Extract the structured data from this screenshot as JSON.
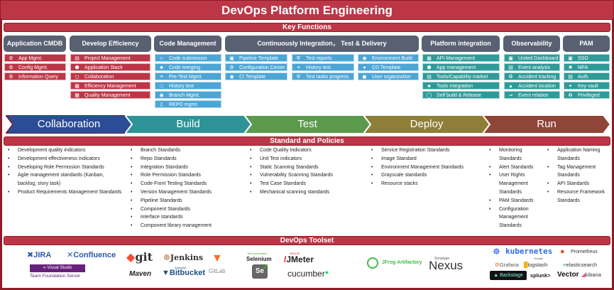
{
  "title": "DevOps Platform Engineering",
  "key_functions": {
    "label": "Key Functions",
    "categories": [
      {
        "name": "Application CMDB",
        "items": [
          {
            "icon": "app-icon",
            "label": "App Mgmt."
          },
          {
            "icon": "app-icon",
            "label": "Config Mgmt."
          },
          {
            "icon": "app-icon",
            "label": "Information Query"
          }
        ]
      },
      {
        "name": "Develop Efficiency",
        "items": [
          {
            "icon": "document-icon",
            "label": "Project Management"
          },
          {
            "icon": "hexagon-icon",
            "label": "Application Stack"
          },
          {
            "icon": "bookmark-icon",
            "label": "Collaboration"
          },
          {
            "icon": "board-icon",
            "label": "Efficiency Management"
          },
          {
            "icon": "board-icon",
            "label": "Quality Management"
          }
        ]
      },
      {
        "name": "Code Management",
        "items": [
          {
            "icon": "user-icon",
            "label": "Code submission"
          },
          {
            "icon": "folder-icon",
            "label": "Code merging"
          },
          {
            "icon": "sliders-icon",
            "label": "Pre-Test Mgmt."
          },
          {
            "icon": "monitor-icon",
            "label": "History test"
          },
          {
            "icon": "globe-icon",
            "label": "Branch Mgmt."
          },
          {
            "icon": "book-icon",
            "label": "REPO mgmt."
          }
        ]
      },
      {
        "name": "Continuously Integration， Test & Delivery",
        "columns": [
          [
            {
              "icon": "template-icon",
              "label": "Pipeline Template"
            },
            {
              "icon": "gear-icon",
              "label": "Configuration Center"
            },
            {
              "icon": "circle-icon",
              "label": "CI Template"
            }
          ],
          [
            {
              "icon": "shield-icon",
              "label": "Test reports"
            },
            {
              "icon": "list-icon",
              "label": "History test"
            },
            {
              "icon": "shield-icon",
              "label": "Test tasks progress"
            }
          ],
          [
            {
              "icon": "location-icon",
              "label": "Environment Build"
            },
            {
              "icon": "circle-icon",
              "label": "CD Template"
            },
            {
              "icon": "org-icon",
              "label": "User organization"
            }
          ]
        ]
      },
      {
        "name": "Platform integration",
        "items": [
          {
            "icon": "api-icon",
            "label": "API Management"
          },
          {
            "icon": "hexagon-icon",
            "label": "App management"
          },
          {
            "icon": "store-icon",
            "label": "Tools/Capability market"
          },
          {
            "icon": "puzzle-icon",
            "label": "Tools integration"
          },
          {
            "icon": "cycle-icon",
            "label": "Self build & Release"
          }
        ]
      },
      {
        "name": "Observability",
        "items": [
          {
            "icon": "dashboard-icon",
            "label": "United Dashboard"
          },
          {
            "icon": "chart-icon",
            "label": "Event analysis"
          },
          {
            "icon": "recycle-icon",
            "label": "Accident tracking"
          },
          {
            "icon": "pin-icon",
            "label": "Accident location"
          },
          {
            "icon": "link-icon",
            "label": "Event relation"
          }
        ]
      },
      {
        "name": "PAM",
        "items": [
          {
            "icon": "id-icon",
            "label": "SSO"
          },
          {
            "icon": "mfa-icon",
            "label": "MFA"
          },
          {
            "icon": "auth-icon",
            "label": "Auth."
          },
          {
            "icon": "key-icon",
            "label": "Key vault"
          },
          {
            "icon": "privileged-icon",
            "label": "Privileged"
          }
        ]
      }
    ]
  },
  "stages": [
    {
      "label": "Collaboration",
      "color": "#2b4d96"
    },
    {
      "label": "Build",
      "color": "#2e9396"
    },
    {
      "label": "Test",
      "color": "#5b9a4c"
    },
    {
      "label": "Deploy",
      "color": "#8e7e37"
    },
    {
      "label": "Run",
      "color": "#8f4538"
    }
  ],
  "standards": {
    "label": "Standard and Policies",
    "columns": [
      [
        "Development quality indicators",
        "Development effectiveness indicators",
        "Developing Role Permission Standards",
        "Agile management standards (Kanban, backlog, story task)",
        "Product Requirements Management Standards"
      ],
      [
        "Branch Standards",
        "Repo Standards",
        "Integration Standards",
        "Role Permission Standards",
        "Code-Front Testing Standards",
        "Version Management Standards",
        "Pipeline Standards",
        "Component Standards",
        "interface standards",
        "Component library management"
      ],
      [
        "Code Quality Indicators",
        "Unit Test indicators",
        "Static Scanning Standards",
        "Vulnerability Scanning Standards",
        "Test Case Standards",
        "Mechanical scanning standards"
      ],
      [
        "Service Registration Standards",
        "Image Standard",
        "Environment Management Standards",
        "Grayscale standards",
        "Resource stacks"
      ],
      [
        "Monitoring Standards",
        "Alert Standards",
        "User Rights Management Standards",
        "PAM Standards",
        "Configuration Management Standards"
      ],
      [
        "Application Naming Standards",
        "Tag Management Standards",
        "API Standards",
        "Resource Framework Standards"
      ]
    ]
  },
  "toolset": {
    "label": "DevOps Toolset",
    "tools": {
      "jira": "JIRA",
      "confluence": "Confluence",
      "visual_studio": "Visual Studio",
      "tfs": "Team Foundation Server",
      "git": "git",
      "jenkins": "Jenkins",
      "maven": "Maven",
      "atlassian": "Atlassian",
      "bitbucket": "Bitbucket",
      "gitlab": "GitLab",
      "test_automation": "Test Automation",
      "selenium": "Selenium",
      "se": "Se",
      "apache": "APACHE",
      "jmeter": "JMeter",
      "cucumber": "cucumber",
      "jfrog": "JFrog Artifactory",
      "sonatype": "Sonatype",
      "nexus": "Nexus",
      "kubernetes": "kubernetes",
      "google": "Google",
      "prometheus": "Prometheus",
      "grafana": "Grafana",
      "logstash": "logstash",
      "elasticsearch": "elasticsearch",
      "backstage": "Backstage",
      "splunk": "splunk>",
      "vector": "Vector",
      "kibana": "kibana"
    }
  }
}
